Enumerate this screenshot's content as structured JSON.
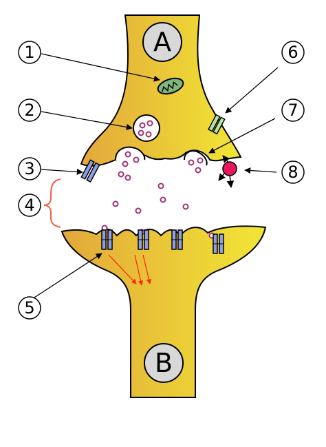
{
  "diagram": {
    "neuron_a_label": "A",
    "neuron_b_label": "B",
    "callouts": [
      "1",
      "2",
      "3",
      "4",
      "5",
      "6",
      "7",
      "8"
    ]
  },
  "colors": {
    "neuron_fill_left": "#e2a83a",
    "neuron_fill_right": "#f2e635",
    "outline": "#000000",
    "vesicle_dot": "#a03070",
    "receptor": "#8f9fe6",
    "transporter": "#b8e6a8",
    "enzyme": "#e8175d",
    "brace": "#f06040",
    "signal_arrows": "#ff2200",
    "mitochondrion": "#7fb87a"
  }
}
